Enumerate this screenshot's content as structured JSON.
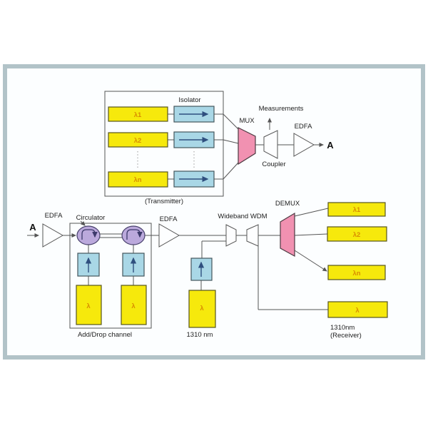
{
  "colors": {
    "frame_border": "#b2c3c8",
    "page_fill": "#fcfeff",
    "yellow_box": "#f6e90c",
    "cyan_box": "#a9d7e6",
    "pink_shape": "#f191b1",
    "purple_circulator": "#bba9dc",
    "line": "#555555",
    "lambda_text": "#d98d00",
    "arrow_blue": "#2f4f7f"
  },
  "transmitter": {
    "title": "(Transmitter)",
    "isolator_label": "Isolator",
    "channels": [
      "λ1",
      "λ2",
      "λn"
    ]
  },
  "top_path": {
    "mux_label": "MUX",
    "measurements_label": "Measurements",
    "coupler_label": "Coupler",
    "edfa_label": "EDFA",
    "output_label": "A"
  },
  "bottom_path": {
    "input_label": "A",
    "edfa_in_label": "EDFA",
    "circulator_label": "Circulator",
    "add_drop": {
      "title": "Add/Drop channel",
      "lambdas": [
        "λ",
        "λ"
      ]
    },
    "edfa_mid_label": "EDFA",
    "tx_1310": {
      "lambda": "λ",
      "label": "1310 nm"
    },
    "wideband_label": "Wideband WDM",
    "demux_label": "DEMUX",
    "outputs": [
      "λ1",
      "λ2",
      "λn"
    ],
    "receiver": {
      "lambda": "λ",
      "label_line1": "1310nm",
      "label_line2": "(Receiver)"
    }
  }
}
